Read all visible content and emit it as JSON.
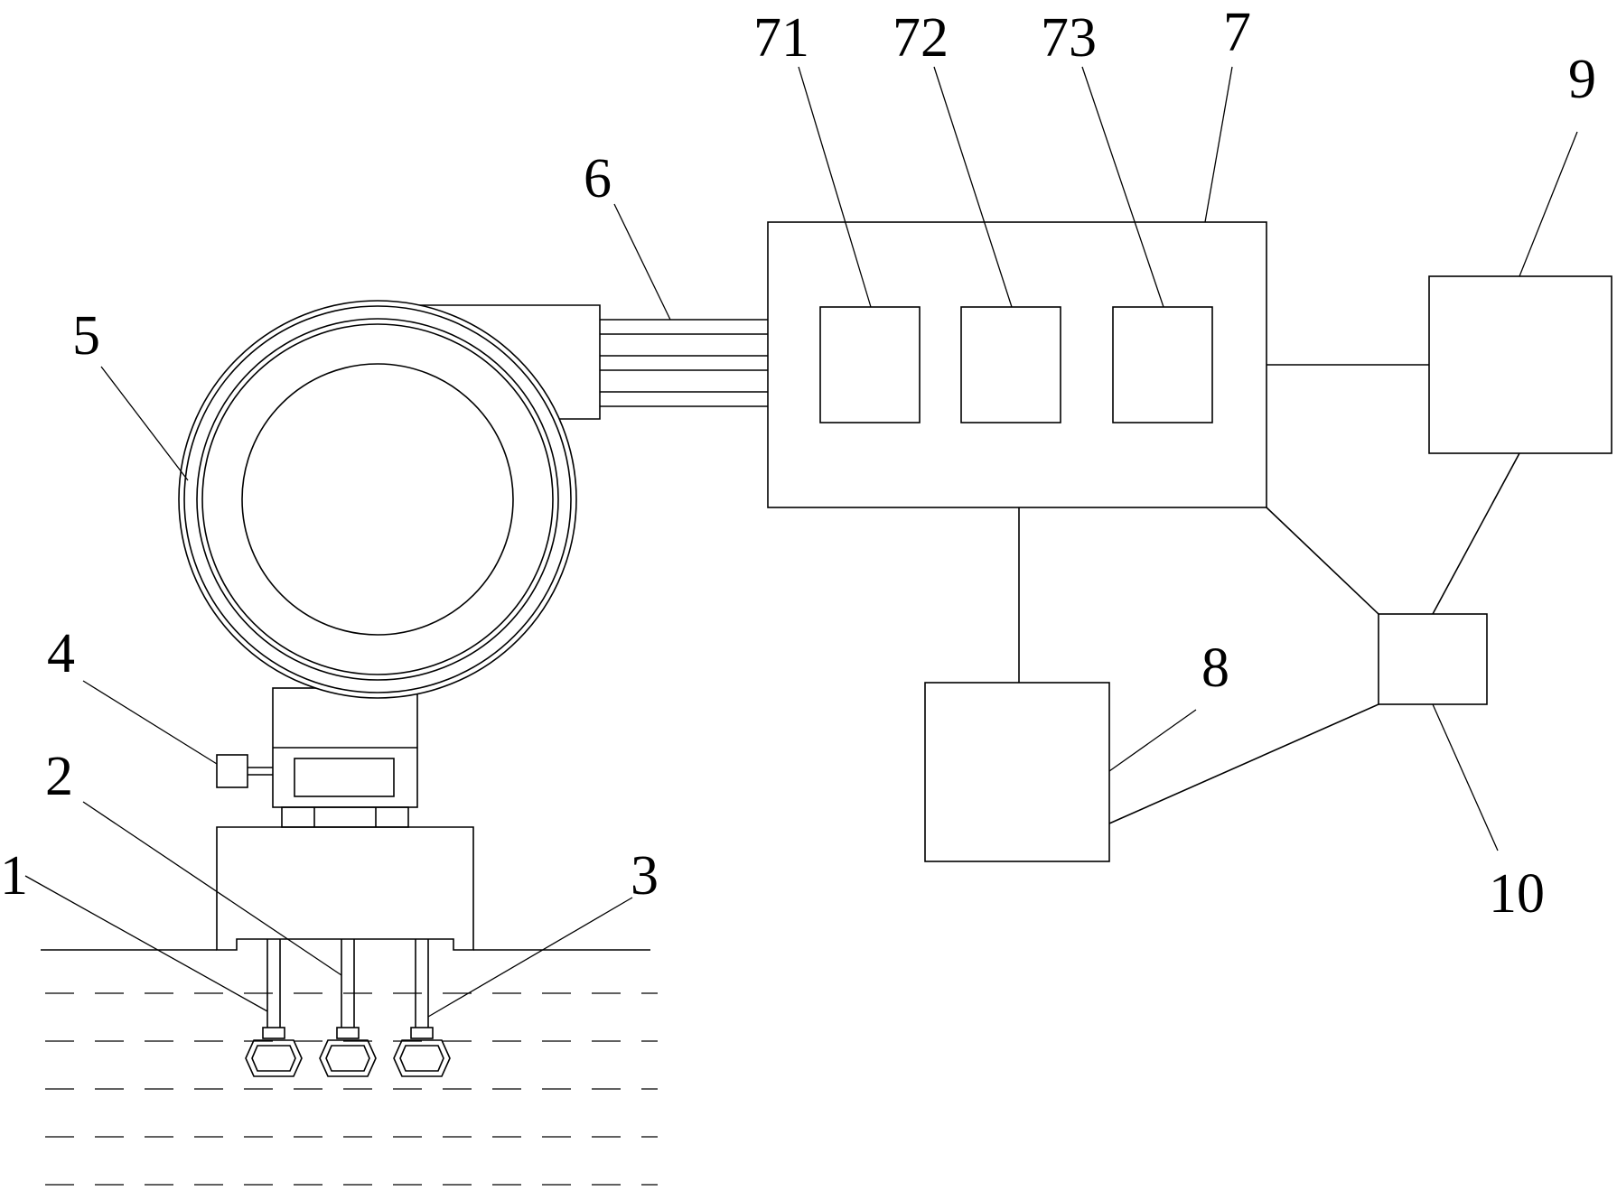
{
  "labels": {
    "l1": "1",
    "l2": "2",
    "l3": "3",
    "l4": "4",
    "l5": "5",
    "l6": "6",
    "l7": "7",
    "l71": "71",
    "l72": "72",
    "l73": "73",
    "l8": "8",
    "l9": "9",
    "l10": "10"
  },
  "colors": {
    "stroke": "#000000",
    "background": "#ffffff"
  }
}
